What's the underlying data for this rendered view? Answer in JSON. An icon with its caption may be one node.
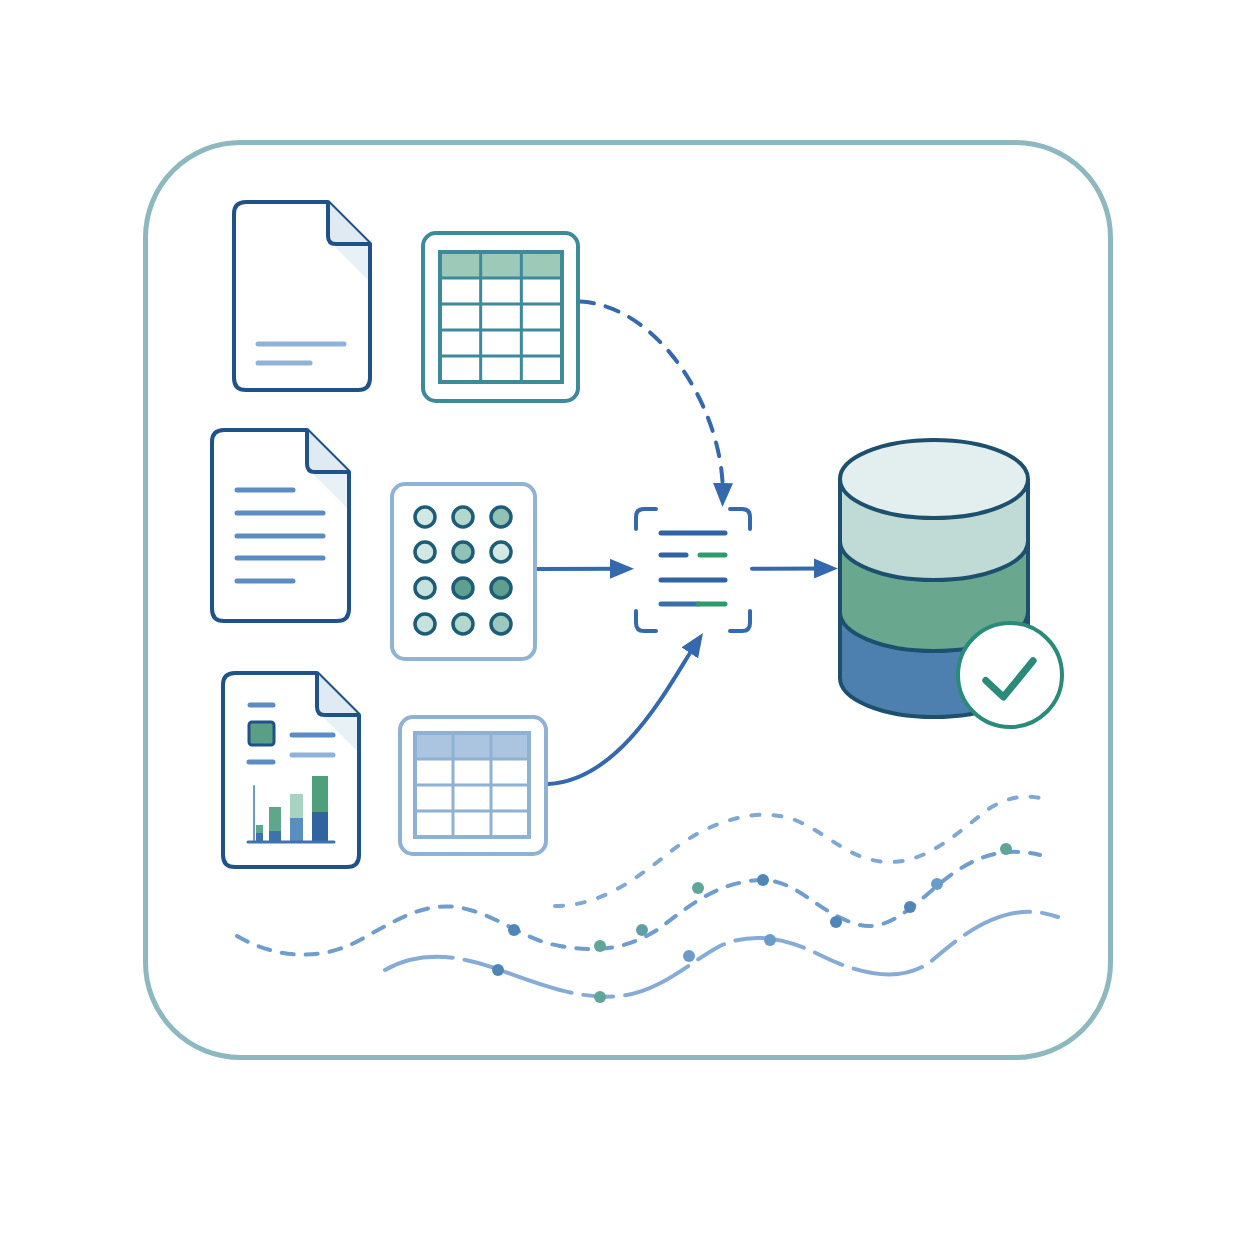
{
  "diagram": {
    "nodes": [
      {
        "text": [],
        "shape": "document"
      },
      {
        "text": [],
        "shape": "table"
      },
      {
        "text": [],
        "shape": "document"
      },
      {
        "text": [],
        "shape": "grid"
      },
      {
        "text": [],
        "shape": "scan"
      },
      {
        "text": [],
        "shape": "cylinder"
      },
      {
        "text": [],
        "shape": "document"
      },
      {
        "text": [],
        "shape": "table"
      }
    ],
    "edges": [
      {
        "from": 1,
        "to": 4,
        "arrow": "to",
        "style": "dashed"
      },
      {
        "from": 3,
        "to": 4,
        "arrow": "to"
      },
      {
        "from": 7,
        "to": 4,
        "arrow": "to"
      },
      {
        "from": 4,
        "to": 5,
        "arrow": "to"
      }
    ]
  }
}
